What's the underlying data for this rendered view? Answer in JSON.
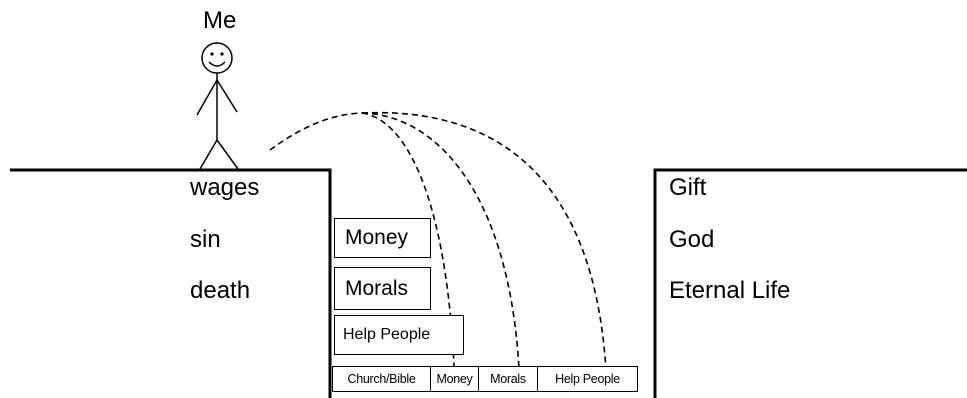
{
  "person": {
    "label": "Me"
  },
  "left_cliff": {
    "words": [
      "wages",
      "sin",
      "death"
    ]
  },
  "right_cliff": {
    "words": [
      "Gift",
      "God",
      "Eternal Life"
    ]
  },
  "stacked_boxes": [
    "Money",
    "Morals",
    "Help People"
  ],
  "bottom_row": [
    "Church/Bible",
    "Money",
    "Morals",
    "Help People"
  ]
}
